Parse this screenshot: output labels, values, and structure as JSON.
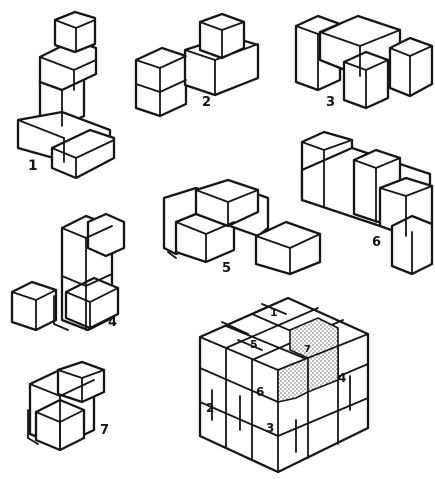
{
  "figure": {
    "pieces": [
      {
        "id": "piece-1",
        "label": "1"
      },
      {
        "id": "piece-2",
        "label": "2"
      },
      {
        "id": "piece-3",
        "label": "3"
      },
      {
        "id": "piece-4",
        "label": "4"
      },
      {
        "id": "piece-5",
        "label": "5"
      },
      {
        "id": "piece-6",
        "label": "6"
      },
      {
        "id": "piece-7",
        "label": "7"
      }
    ],
    "cube": {
      "labels": {
        "top": "1",
        "left_upper": "5",
        "left_front": "2",
        "center": "6",
        "bottom": "3",
        "right": "4",
        "shaded": "7"
      }
    },
    "colors": {
      "ink": "#161616",
      "paper": "#ffffff",
      "shade": "#8a8a8a"
    }
  }
}
